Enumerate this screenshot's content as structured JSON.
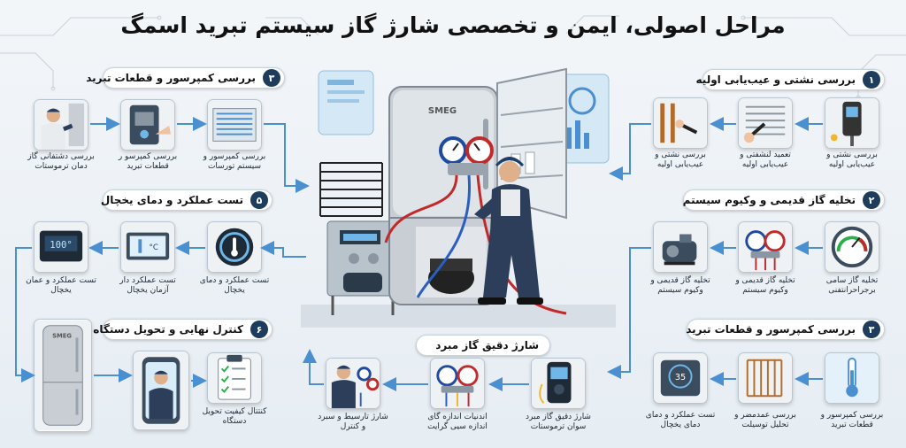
{
  "title": "مراحل اصولی، ایمن و تخصصی شارژ گاز سیستم تبرید اسمگ",
  "brand": "SMEG",
  "colors": {
    "accent": "#1e3d5c",
    "arrow": "#4a8fd0",
    "pipe_red": "#c22a2a",
    "pipe_blue": "#2a5fc2"
  },
  "sections": {
    "s1": {
      "number": "۱",
      "label": "بررسی نشتی و عیب‌یابی اولیه",
      "captions": [
        "بررسی نشتی و عیب‌یابی اولیه",
        "تعمید لنشفتی و عیب‌یابی اولیه",
        "بررسی نشتی و عیب‌یابی اولیه"
      ]
    },
    "s2": {
      "number": "۲",
      "label": "تخلیه گاز قدیمی و وکیوم سیستم",
      "captions": [
        "تخلیه گاز قدیمی و وکیوم سیستم",
        "تخلیه گاز قدیمی و وکیوم سیستم",
        "تخلیه گاز سامی برجراحرانتفنی"
      ]
    },
    "s3r": {
      "number": "۳",
      "label": "بررسی کمپرسور و قطعات تبرید",
      "captions": [
        "تست عملکرد و دمای دمای یخچال",
        "بررسی عمدمضر و تحلیل توسیلت",
        "بررسی کمپرسور و قطعات تبرید"
      ],
      "display": "35"
    },
    "s3l": {
      "number": "۳",
      "label": "بررسی کمپرسور و قطعات تبرید",
      "captions": [
        "بررسی دشتفانی گاز دمان ترموستات",
        "بررسی کمپرسو ر قطعات تبرید",
        "بررسی کمپرسور و سیستم تورسات"
      ]
    },
    "s5": {
      "number": "۵",
      "label": "تست عملکرد و دمای یخچال",
      "captions": [
        "تست عملکرد و عمان یخچال",
        "تست عملکرد دار آزمان یخچال",
        "تست عملکرد و دمای یخچال"
      ],
      "display": "100°",
      "display_unit": "°C"
    },
    "s6": {
      "number": "۶",
      "label": "کنترل نهایی و تحویل دستگاه",
      "captions": [
        "کنتتال کیفیت تحویل دستگاه"
      ]
    },
    "sb": {
      "label": "شارژ دقیق گاز مبرد",
      "captions": [
        "شارژ تارسیط و سبرد و کنترل",
        "اندنیات اندازه گای اندازه سیی گرایت",
        "شارژ دقیق گاز مبرد سوان ترموستات"
      ]
    }
  }
}
